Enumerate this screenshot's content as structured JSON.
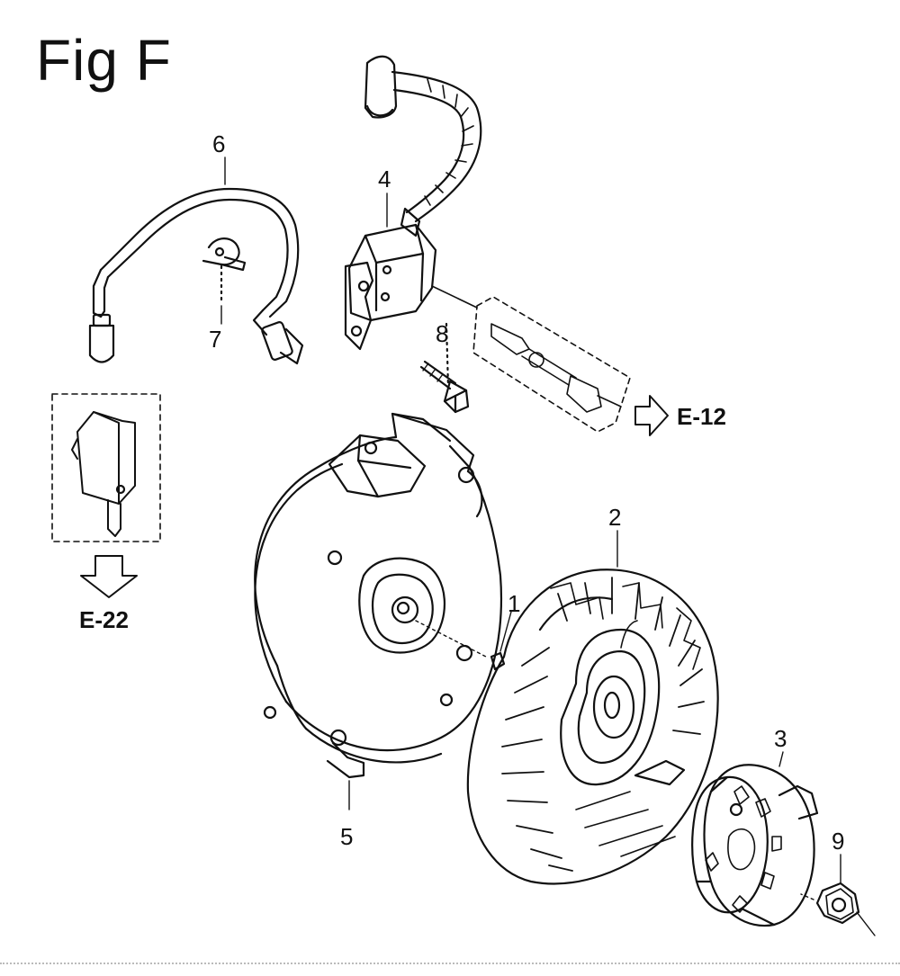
{
  "figure": {
    "title": "Fig F"
  },
  "callouts": {
    "c1": "1",
    "c2": "2",
    "c3": "3",
    "c4": "4",
    "c5": "5",
    "c6": "6",
    "c7": "7",
    "c8": "8",
    "c9": "9"
  },
  "references": {
    "upper": "E-12",
    "left": "E-22"
  }
}
